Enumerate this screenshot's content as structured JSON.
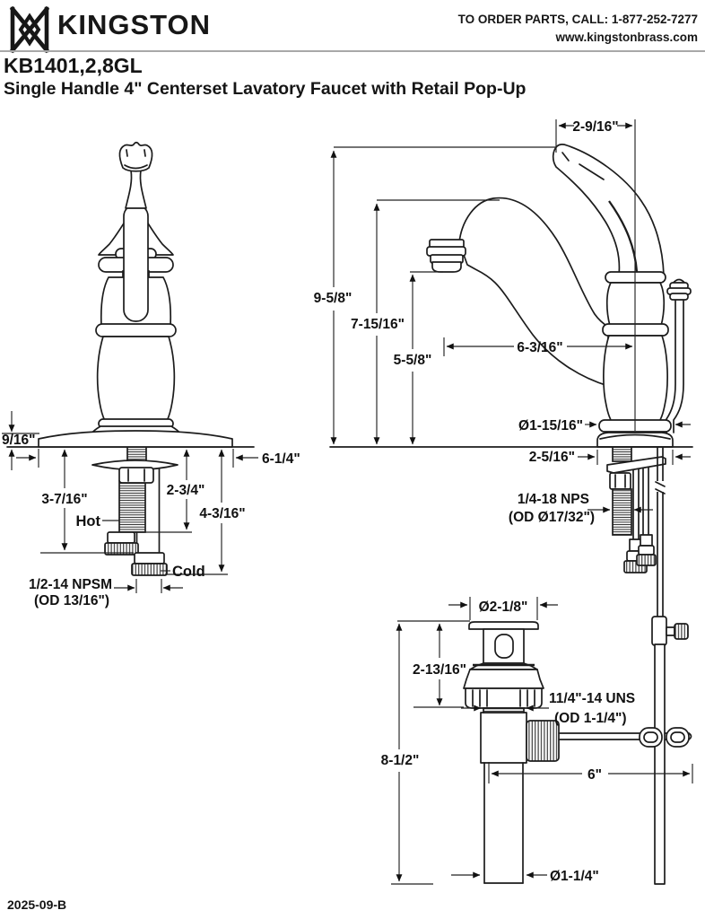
{
  "header": {
    "brand": "KINGSTON",
    "order_line1": "TO ORDER PARTS, CALL: 1-877-252-7277",
    "order_line2": "www.kingstonbrass.com"
  },
  "title": {
    "model": "KB1401,2,8GL",
    "description": "Single Handle 4\" Centerset Lavatory Faucet with Retail Pop-Up"
  },
  "front": {
    "plate_thickness": "9/16\"",
    "plate_width": "6-1/4\"",
    "hot_depth": "3-7/16\"",
    "stud_depth": "2-3/4\"",
    "cold_depth": "4-3/16\"",
    "hot": "Hot",
    "cold": "Cold",
    "supply_thread": "1/2-14 NPSM",
    "supply_thread_od": "(OD 13/16\")"
  },
  "side": {
    "handle_reach": "2-9/16\"",
    "overall_height": "9-5/8\"",
    "spout_height": "7-15/16\"",
    "outlet_height": "5-5/8\"",
    "spout_reach": "6-3/16\"",
    "body_diameter": "Ø1-15/16\"",
    "base_width": "2-5/16\"",
    "stud_thread": "1/4-18 NPS",
    "stud_thread_od": "(OD Ø17/32\")"
  },
  "drain": {
    "flange_diameter": "Ø2-1/8\"",
    "body_height": "2-13/16\"",
    "drain_thread": "11/4\"-14 UNS",
    "drain_thread_od": "(OD 1-1/4\")",
    "overall_height": "8-1/2\"",
    "rod_offset": "6\"",
    "tailpiece_diameter": "Ø1-1/4\""
  },
  "footer": {
    "revision": "2025-09-B"
  }
}
